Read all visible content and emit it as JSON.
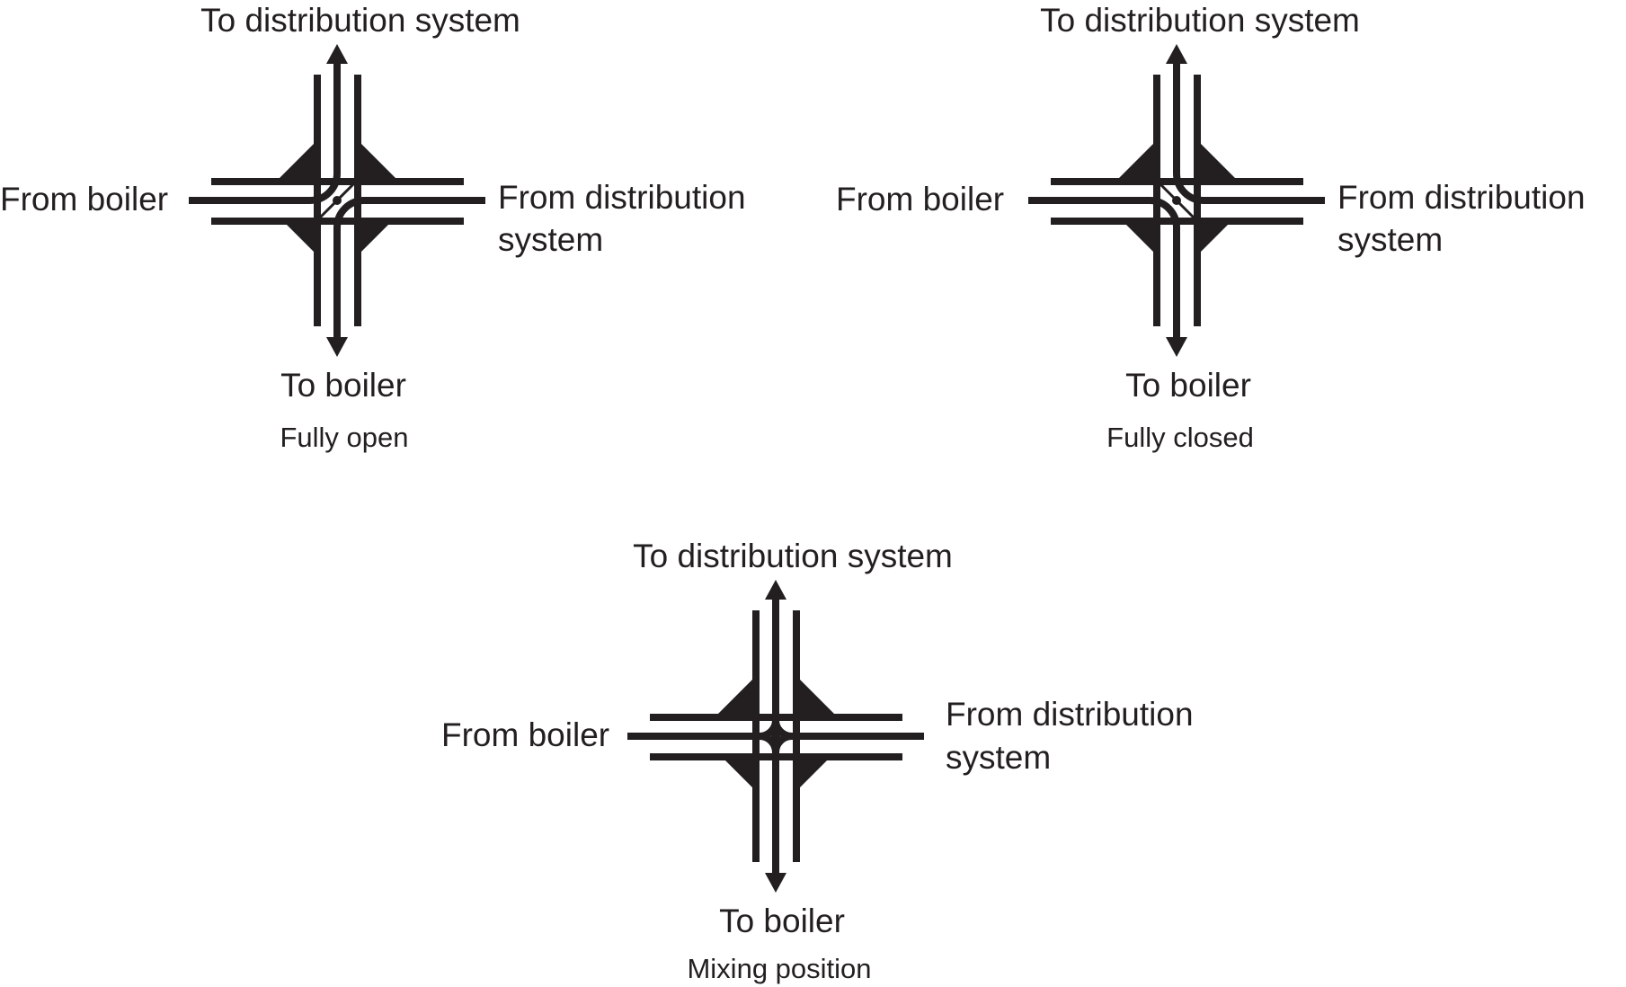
{
  "ink_color": "#231f20",
  "valves": [
    {
      "state": "open",
      "top_label": "To distribution system",
      "left_label": "From boiler",
      "right_label_line1": "From distribution",
      "right_label_line2": "system",
      "bottom_label": "To boiler",
      "caption": "Fully open"
    },
    {
      "state": "closed",
      "top_label": "To distribution system",
      "left_label": "From boiler",
      "right_label_line1": "From distribution",
      "right_label_line2": "system",
      "bottom_label": "To boiler",
      "caption": "Fully closed"
    },
    {
      "state": "mixing",
      "top_label": "To distribution system",
      "left_label": "From boiler",
      "right_label_line1": "From distribution",
      "right_label_line2": "system",
      "bottom_label": "To boiler",
      "caption": "Mixing position"
    }
  ]
}
